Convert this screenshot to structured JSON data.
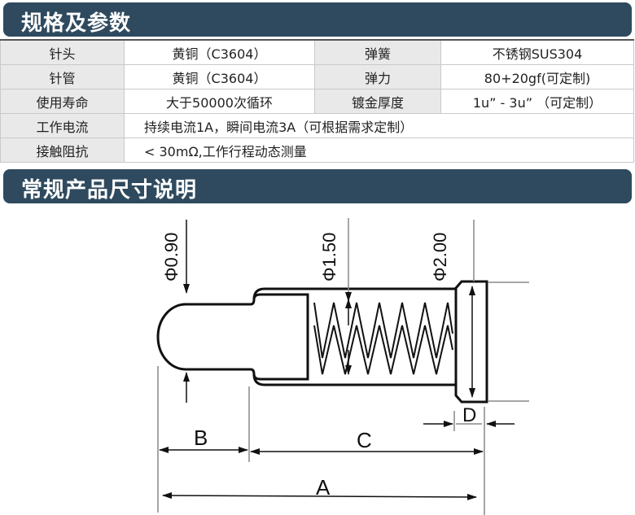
{
  "sections": {
    "spec_title": "规格及参数",
    "dimension_title": "常规产品尺寸说明"
  },
  "spec_rows": [
    {
      "label1": "针头",
      "value1": "黄铜（C3604）",
      "label2": "弹簧",
      "value2": "不锈钢SUS304"
    },
    {
      "label1": "针管",
      "value1": "黄铜（C3604）",
      "label2": "弹力",
      "value2": "80+20gf(可定制)"
    },
    {
      "label1": "使用寿命",
      "value1": "大于50000次循环",
      "label2": "镀金厚度",
      "value2": "1u”  -   3u”  （可定制）"
    }
  ],
  "spec_wide_rows": [
    {
      "label": "工作电流",
      "value": "持续电流1A，瞬间电流3A（可根据需求定制）"
    },
    {
      "label": "接触阻抗",
      "value": "< 30mΩ,工作行程动态测量"
    }
  ],
  "drawing": {
    "diameters": {
      "tip": "Φ0.90",
      "barrel": "Φ1.50",
      "flange": "Φ2.00"
    },
    "dimension_labels": {
      "a": "A",
      "b": "B",
      "c": "C",
      "d": "D"
    }
  }
}
